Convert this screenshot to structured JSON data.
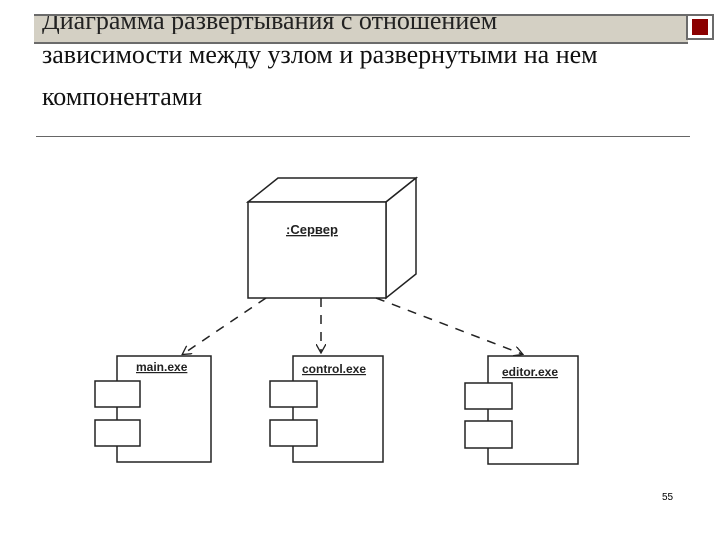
{
  "slide": {
    "title_line_1": "Диаграмма развертывания с отношением",
    "title_line_2": "зависимости между узлом и развернутыми на нем",
    "title_line_3": "компонентами",
    "page_number": "55",
    "accent_color": "#8b0000",
    "title_bar_color": "#d4d0c4"
  },
  "diagram": {
    "node": {
      "label": ":Сервер"
    },
    "components": [
      {
        "label": "main.exe"
      },
      {
        "label": "control.exe"
      },
      {
        "label": "editor.exe"
      }
    ],
    "relationship": "dependency"
  }
}
